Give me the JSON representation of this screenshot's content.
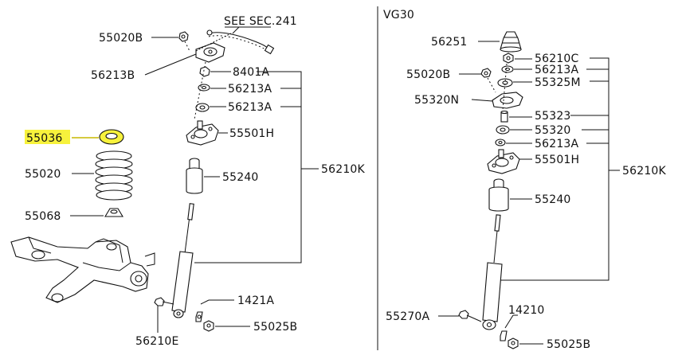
{
  "left_panel": {
    "labels": {
      "see_sec": "SEE SEC.241",
      "p55020B": "55020B",
      "p56213B": "56213B",
      "p8401A": "8401A",
      "p56213A_1": "56213A",
      "p56213A_2": "56213A",
      "p55501H": "55501H",
      "p55036": "55036",
      "p56210K": "56210K",
      "p55020": "55020",
      "p55240": "55240",
      "p55068": "55068",
      "p1421A": "1421A",
      "p55025B": "55025B",
      "p56210E": "56210E"
    },
    "highlighted_part": "55036",
    "highlight_color": "#f7f23c"
  },
  "right_panel": {
    "labels": {
      "title": "VG30",
      "p56251": "56251",
      "p56210C": "56210C",
      "p55020B": "55020B",
      "p56213A_1": "56213A",
      "p55325M": "55325M",
      "p55320N": "55320N",
      "p55323": "55323",
      "p55320": "55320",
      "p56213A_2": "56213A",
      "p55501H": "55501H",
      "p56210K": "56210K",
      "p55240": "55240",
      "p55270A": "55270A",
      "p14210": "14210",
      "p55025B": "55025B"
    }
  }
}
